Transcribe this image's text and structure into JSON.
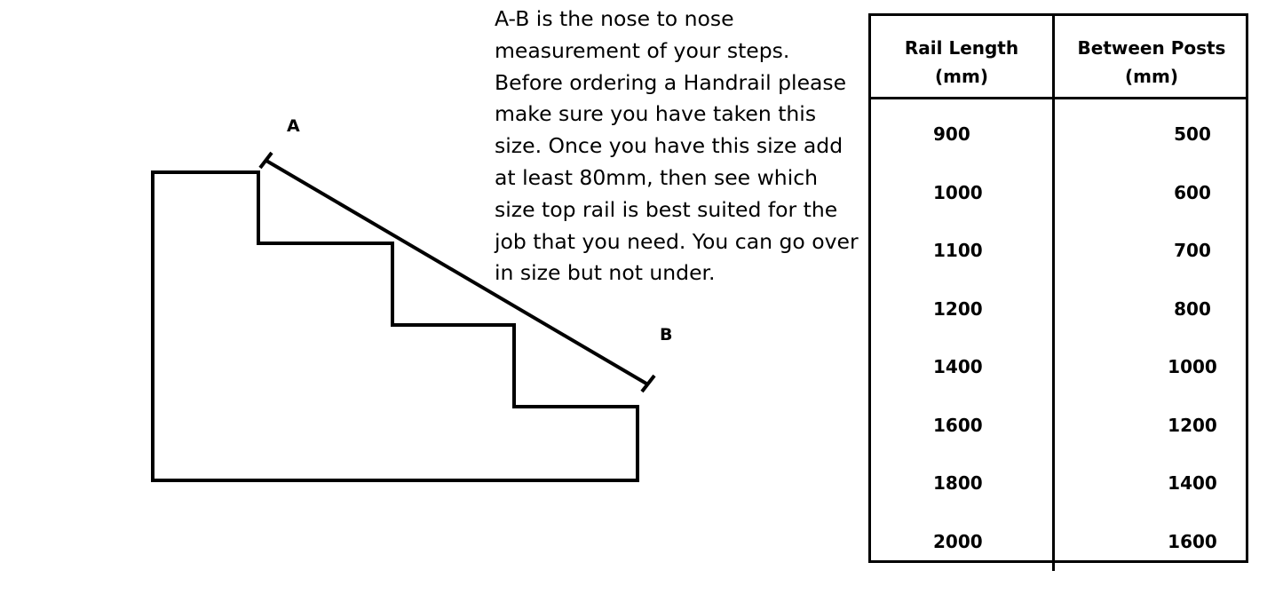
{
  "diagram": {
    "label_a": "A",
    "label_b": "B"
  },
  "instructions": {
    "lines": [
      "A-B is the nose to nose",
      "measurement of your steps.",
      "Before ordering a Handrail please",
      "make sure you have taken this",
      "size. Once you have this size add",
      "at least 80mm, then see which",
      "size top rail is best suited for the",
      "job that you need. You can go over",
      "in size but not under."
    ]
  },
  "table": {
    "headers": [
      [
        "Rail Length",
        "(mm)"
      ],
      [
        "Between Posts",
        "(mm)"
      ]
    ],
    "rows": [
      [
        "900",
        "500"
      ],
      [
        "1000",
        "600"
      ],
      [
        "1100",
        "700"
      ],
      [
        "1200",
        "800"
      ],
      [
        "1400",
        "1000"
      ],
      [
        "1600",
        "1200"
      ],
      [
        "1800",
        "1400"
      ],
      [
        "2000",
        "1600"
      ]
    ]
  }
}
